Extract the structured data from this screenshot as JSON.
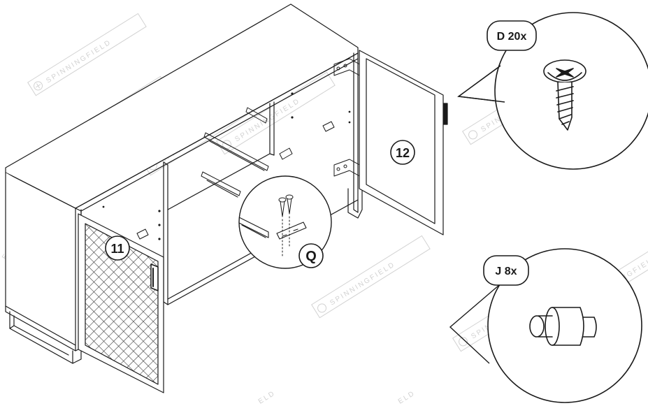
{
  "watermark": {
    "text": "SPINNINGFIELD",
    "partial_text": "ELD",
    "color": "#d2d2d2"
  },
  "callouts": {
    "door_left": "11",
    "door_right": "12",
    "detail_q": "Q",
    "screw_d": "D 20x",
    "dowel_j": "J 8x"
  },
  "colors": {
    "ink": "#1a1a1a",
    "paper": "#ffffff",
    "mesh": "#3a3a3a"
  }
}
